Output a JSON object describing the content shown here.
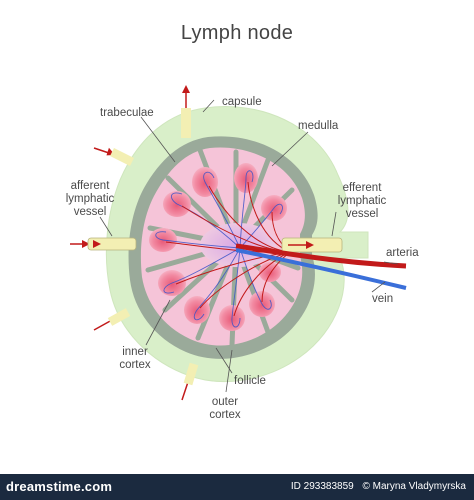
{
  "title": "Lymph node",
  "labels": {
    "capsule": "capsule",
    "trabeculae": "trabeculae",
    "medulla": "medulla",
    "afferent": [
      "afferent",
      "lymphatic",
      "vessel"
    ],
    "efferent": [
      "efferent",
      "lymphatic",
      "vessel"
    ],
    "arteria": "arteria",
    "vein": "vein",
    "inner_cortex": [
      "inner",
      "cortex"
    ],
    "follicle": "follicle",
    "outer_cortex": [
      "outer",
      "cortex"
    ]
  },
  "colors": {
    "capsule_fill": "#d9efc9",
    "cortex_band": "#9aaa9a",
    "lobule_fill": "#f5c4d8",
    "follicle_fill": "#f08aa0",
    "artery": "#c21a1a",
    "vein": "#3a6fd9",
    "lymph_vessel": "#f3efb3",
    "footer_bg": "#1b2a3f"
  },
  "footer": {
    "logo": "dreamstime.com",
    "id_text": "ID 293383859",
    "credit": "© Maryna Vladymyrska"
  }
}
